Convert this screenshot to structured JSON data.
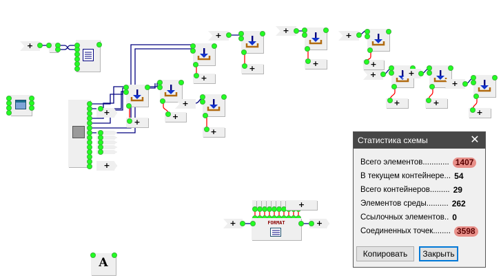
{
  "canvas": {
    "plus_label": "+",
    "format_label": "FORMAT",
    "text_block_label": "A",
    "colors": {
      "wire": "#00007f",
      "link_wire": "#ff0000",
      "point": "#22ff22",
      "block": "#efefef"
    }
  },
  "dialog": {
    "title": "Статистика схемы",
    "close_icon": "close-icon",
    "rows": [
      {
        "label": "Всего элементов............",
        "value": "1407",
        "highlight": true
      },
      {
        "label": "В текущем контейнере...",
        "value": "54",
        "highlight": false
      },
      {
        "label": "Всего контейнеров.........",
        "value": "29",
        "highlight": false
      },
      {
        "label": "Элементов среды..........",
        "value": "262",
        "highlight": false
      },
      {
        "label": "Ссылочных элементов..",
        "value": "0",
        "highlight": false
      },
      {
        "label": "Соединенных точек........",
        "value": "3598",
        "highlight": true
      }
    ],
    "copy_button": "Копировать",
    "close_button": "Закрыть",
    "highlight_color": "#e8908a",
    "focus_color": "#0078d7"
  }
}
